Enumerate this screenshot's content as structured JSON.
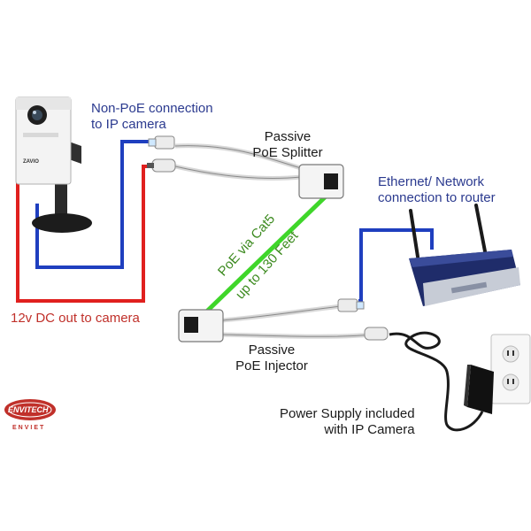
{
  "labels": {
    "non_poe_line1": "Non-PoE connection",
    "non_poe_line2": "to IP camera",
    "splitter_line1": "Passive",
    "splitter_line2": "PoE Splitter",
    "ethernet_line1": "Ethernet/ Network",
    "ethernet_line2": "connection to router",
    "poe_cat5_line1": "PoE via Cat5",
    "poe_cat5_line2": "up to 130 Feet",
    "dc_out": "12v DC out to camera",
    "injector_line1": "Passive",
    "injector_line2": "PoE Injector",
    "power_line1": "Power Supply included",
    "power_line2": "with IP Camera"
  },
  "camera": {
    "brand": "ZAVIO"
  },
  "logo": {
    "word": "ENVITECH",
    "sub": "ENVIET"
  },
  "colors": {
    "data_cable": "#1f3fbf",
    "power_cable": "#e0201e",
    "poe_cable": "#3fd62a",
    "blue_text": "#2b3a8f",
    "red_text": "#c0302a",
    "green_text": "#3c8a1f"
  },
  "icons": {
    "camera": "ip-camera-icon",
    "router": "wireless-router-icon",
    "outlet": "wall-outlet-icon",
    "adapter": "power-adapter-icon",
    "logo": "envitech-logo-icon"
  }
}
